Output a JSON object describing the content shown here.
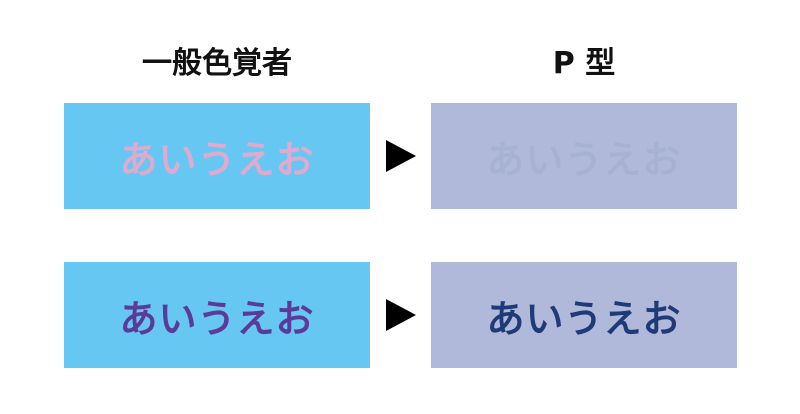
{
  "headers": {
    "left": "一般色覚者",
    "right": "P 型"
  },
  "rows": [
    {
      "left": {
        "text": "あいうえお",
        "bg": "#66c7f2",
        "fg": "#e0aacf"
      },
      "right": {
        "text": "あいうえお",
        "bg": "#b0b9d9",
        "fg": "#a7b1d3"
      }
    },
    {
      "left": {
        "text": "あいうえお",
        "bg": "#66c7f2",
        "fg": "#5b3a99"
      },
      "right": {
        "text": "あいうえお",
        "bg": "#b0b9d9",
        "fg": "#1f3a78"
      }
    }
  ],
  "arrow_icon": "play-triangle-icon"
}
